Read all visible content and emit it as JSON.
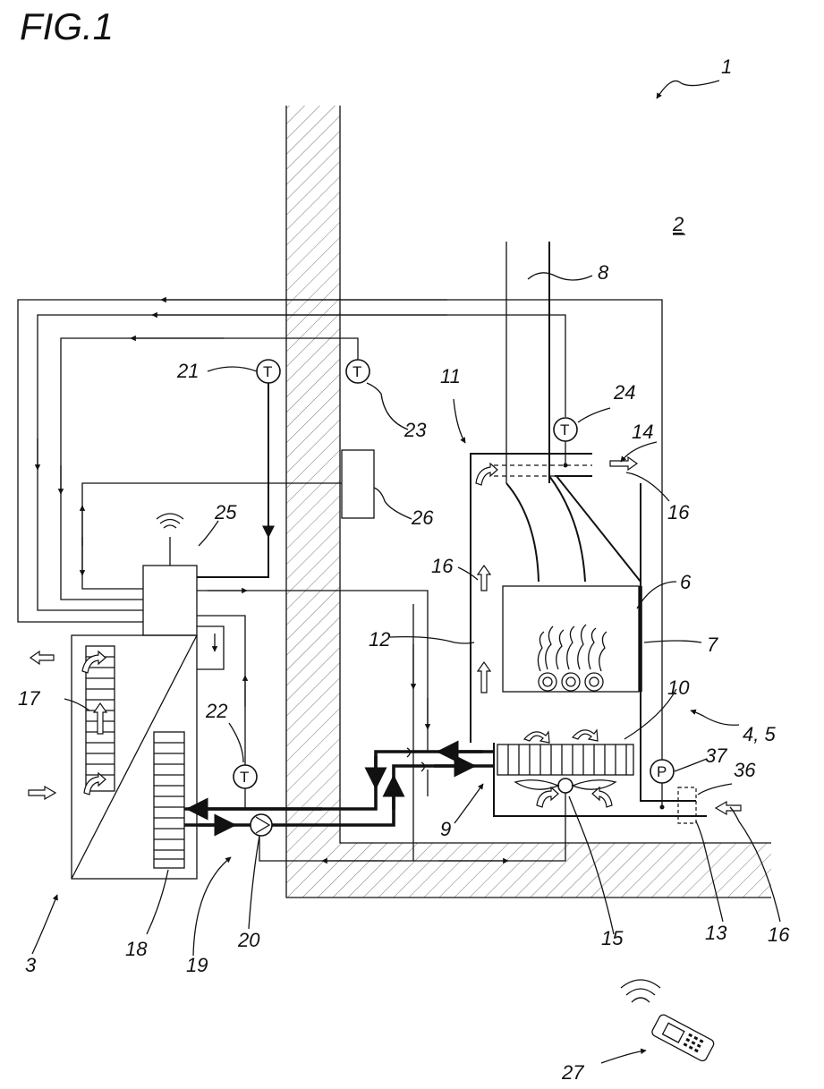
{
  "figure": {
    "title": "FIG.1"
  },
  "labels": {
    "system": "1",
    "room": "2",
    "outdoor_unit": "3",
    "device": "4, 5",
    "combustion_chamber": "6",
    "glass_door": "7",
    "flue": "8",
    "lower_space": "9",
    "heat_exchanger": "10",
    "upper_space": "11",
    "channel": "12",
    "air_inlet": "13",
    "air_outlet": "14",
    "fan": "15",
    "airflow_a": "16",
    "airflow_b": "16",
    "airflow_c": "16",
    "outdoor_exchanger": "17",
    "refrigerant_coil": "18",
    "circuit": "19",
    "pump": "20",
    "sensor_21": "21",
    "sensor_22": "22",
    "sensor_23": "23",
    "sensor_24": "24",
    "controller": "25",
    "room_unit": "26",
    "mobile_device": "27",
    "flow_sensor": "36",
    "pressure_sensor": "37"
  },
  "symbols": {
    "temperature": "T",
    "pressure": "P"
  },
  "icons": [
    "wifi-icon",
    "mobile-phone-icon",
    "pump-icon",
    "fan-icon",
    "flame-icon"
  ]
}
